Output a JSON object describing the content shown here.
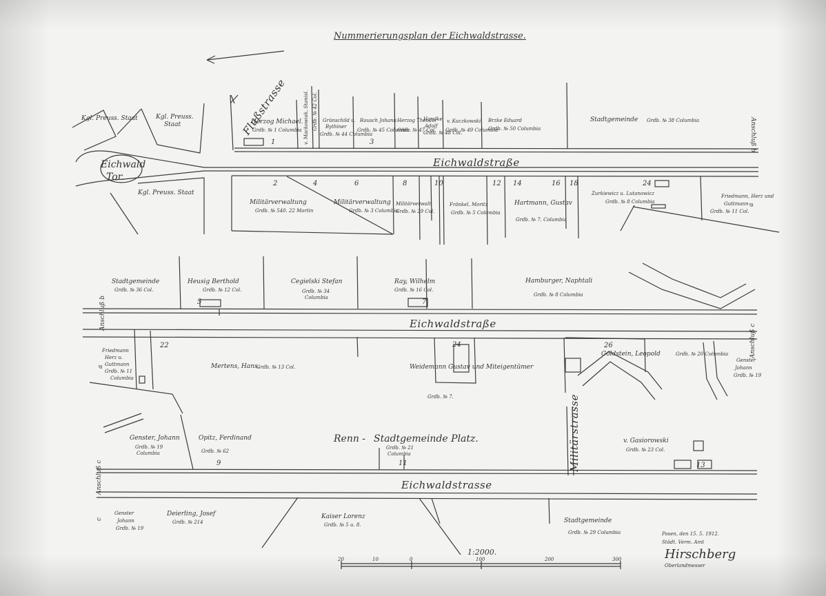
{
  "title": "Nummerierungsplan der Eichwaldstrasse.",
  "scale_text": "1:2000.",
  "scale_ticks": [
    "20",
    "10",
    "0",
    "100",
    "200",
    "300"
  ],
  "streets": {
    "eichwaldstrasse_1": "Eichwaldstraße",
    "eichwaldstrasse_2": "Eichwaldstraße",
    "eichwaldstrasse_3": "Eichwaldstrasse",
    "flussstrasse": "Flußstrasse",
    "militaerstrasse": "Militärstrasse",
    "rennplatz": "Renn -",
    "eichwald_tor_1": "Eichwald",
    "eichwald_tor_2": "Tor."
  },
  "parcels_top_north": {
    "hkgl_preuss_1": "Kgl. Preuss. Staat",
    "hkgl_preuss_2": "Kgl. Preuss.",
    "hkgl_preuss_2b": "Staat",
    "herzog_michael": "Herzog Michael.",
    "herzog_michael_grdb": "Grdb. № 1 Columbia",
    "mackowiak": "v. Mackowiak, Stanisl.",
    "mackowiak_grdb": "Grdb. № 42 Col.",
    "gruenschild": "Grünschild u.",
    "bythiner": "Bythiner",
    "gruenschild_grdb": "Grdb. № 44 Columbia",
    "rausch": "Rausch Johann",
    "rausch_grdb": "Grdb. № 45 Columbia",
    "herzog_theodor": "Herzog Theodor",
    "herzog_theodor_grdb": "Grdb. № 47 Col.",
    "handke": "Handke",
    "handke_adolf": "Adolf",
    "handke_grdb": "Grdb. № 48 Col.",
    "kuczkowski": "v. Kuczkowski",
    "kuczkowski_grdb": "Grdb. № 49 Columbia",
    "brzke": "Brzke Eduard",
    "brzke_grdb": "Grdb. № 50 Columbia",
    "stadtgemeinde": "Stadtgemeinde",
    "stadtgemeinde_grdb": "Grdb. № 38 Columbia",
    "nr_1": "1",
    "nr_3": "3"
  },
  "parcels_top_south": {
    "hkgl_preuss_3": "Kgl. Preuss. Staat",
    "militaerverwaltung_1": "Militärverwaltung",
    "militaerverwaltung_1_grdb": "Grdb. № 540. 22 Martin",
    "militaerverwaltung_2": "Militärverwaltung",
    "militaerverwaltung_2_grdb": "Grdb. № 3 Columbia",
    "militaerverwalt_3": "Militärverwalt.",
    "militaerverwalt_3_grdb": "Grdb. № 29 Col.",
    "fraenkel": "Fränkel, Moritz",
    "fraenkel_grdb": "Grdb. № 5 Columbia",
    "hartmann": "Hartmann, Gustav",
    "hartmann_grdb": "Grdb. № 7. Columbia",
    "zurkiewicz": "Zurkiewicz u. Lutanowicz",
    "zurkiewicz_grdb": "Grdb. № 8 Columbia",
    "friedmann": "Friedmann, Herz und",
    "friedmann_2": "Guttmann",
    "friedmann_grdb": "Grdb. № 11 Col.",
    "numbers": [
      "2",
      "4",
      "6",
      "8",
      "10",
      "12",
      "14",
      "16",
      "18",
      "24"
    ]
  },
  "parcels_mid_north": {
    "stadtgemeinde": "Stadtgemeinde",
    "stadtgemeinde_grdb": "Grdb. № 36 Col.",
    "heusig": "Heusig Berthold",
    "heusig_grdb": "Grdb. № 12 Col.",
    "cegielski": "Cegielski Stefan",
    "cegielski_grdb": "Grdb. № 34",
    "cegielski_grdb2": "Columbia",
    "ray": "Ray, Wilhelm",
    "ray_grdb": "Grdb. № 16 Col.",
    "hamburger": "Hamburger, Naphtali",
    "hamburger_grdb": "Grdb. № 8 Columbia",
    "nr_5": "5",
    "nr_7": "7"
  },
  "parcels_mid_south": {
    "friedmann": "Friedmann",
    "friedmann_2": "Herz u.",
    "friedmann_3": "Guttmann",
    "friedmann_grdb": "Grdb. № 11",
    "friedmann_grdb2": "Columbia",
    "mertens": "Mertens, Hans.",
    "mertens_grdb": "Grdb. № 13 Col.",
    "weidemann": "Weidemann Gustav und Miteigentümer",
    "weidemann_grdb": "Grdb. № 7.",
    "goldstein": "Goldstein, Leopold",
    "goldstein_grdb": "Grdb. № 20 Columbia",
    "genster": "Genster",
    "genster_2": "Johann",
    "genster_grdb": "Grdb. № 19",
    "nr_22": "22",
    "nr_24": "24",
    "nr_26": "26"
  },
  "parcels_bottom_north": {
    "genster": "Genster, Johann",
    "genster_grdb": "Grdb. № 19",
    "genster_grdb2": "Columbia",
    "opitz": "Opitz, Ferdinand",
    "opitz_grdb": "Grdb. № 62",
    "stadtgemeinde_platz": "Stadtgemeinde Platz.",
    "stadtgemeinde_grdb": "Grdb. № 21",
    "stadtgemeinde_grdb2": "Columbia",
    "gasiorowski": "v. Gasiorowski",
    "gasiorowski_grdb": "Grdb. № 23 Col.",
    "nr_9": "9",
    "nr_11": "11",
    "nr_13": "13"
  },
  "parcels_bottom_south": {
    "genster": "Genster",
    "genster_2": "Johann",
    "genster_grdb": "Grdb. № 19",
    "deierling": "Deierling, Josef",
    "deierling_grdb": "Grdb. № 214",
    "kaiser": "Kaiser Lorenz",
    "kaiser_grdb": "Grdb. № 5 u. 8.",
    "stadtgemeinde": "Stadtgemeinde",
    "stadtgemeinde_grdb": "Grdb. № 29 Columbia"
  },
  "margin_labels": {
    "anschluss_b_top": "Anschluß b",
    "anschluss_a_top": "a",
    "anschluss_b_mid": "Anschluß b",
    "anschluss_c_mid": "Anschluß c",
    "anschluss_a_mid": "a",
    "anschluss_c_bot": "Anschluß c",
    "anschluss_c_bot2": "c"
  },
  "footer": {
    "place_date": "Posen, den 15. 5. 1912.",
    "office": "Städt. Verm. Amt",
    "signature": "Hirschberg",
    "role": "Oberlandmesser"
  }
}
